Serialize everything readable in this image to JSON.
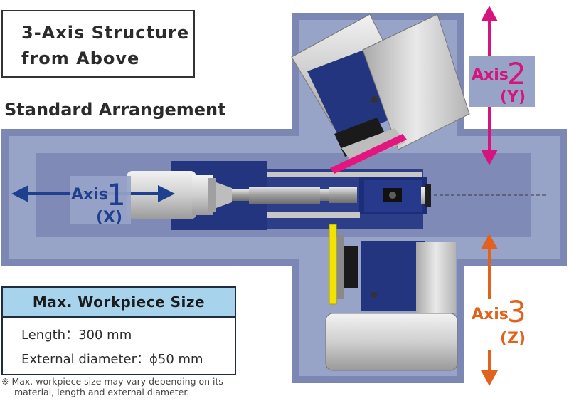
{
  "title": {
    "line1": "3-Axis Structure",
    "line2": "from Above"
  },
  "arrangement_label": "Standard Arrangement",
  "axes": [
    {
      "word": "Axis",
      "number": "1",
      "letter": "(X)",
      "color": "#1f3f8f"
    },
    {
      "word": "Axis",
      "number": "2",
      "letter": "(Y)",
      "color": "#d6147e"
    },
    {
      "word": "Axis",
      "number": "3",
      "letter": "(Z)",
      "color": "#e0621c"
    }
  ],
  "spec": {
    "header": "Max. Workpiece Size",
    "length": "Length：300 mm",
    "diameter": "External diameter：ϕ50 mm"
  },
  "note": {
    "line1": "※ Max. workpiece size may vary depending on its",
    "line2": "material, length and external diameter."
  },
  "colors": {
    "machine_base": "#7c87b3",
    "machine_inner": "#98a3c8",
    "table_blue": "#5f6da5",
    "motor_navy": "#23357f",
    "metal_grey": "#c5c5c5",
    "regulating_wheel_pink": "#e4157f",
    "grinding_wheel_yellow": "#f2e400",
    "spec_header_bg": "#a7d3ec"
  }
}
